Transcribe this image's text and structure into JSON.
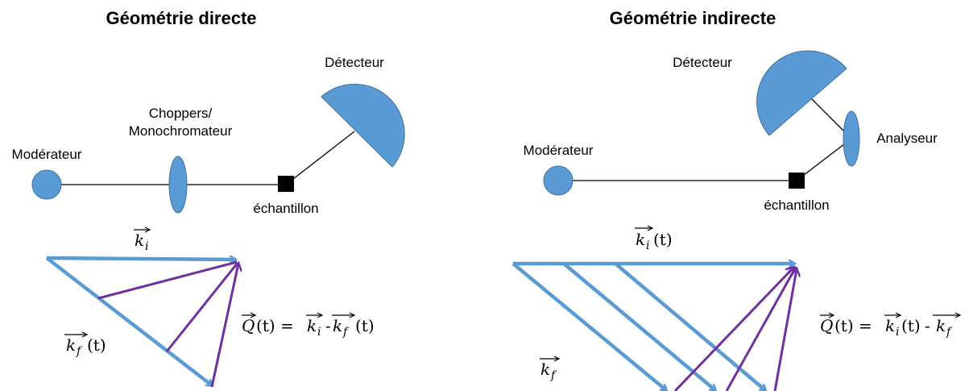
{
  "colors": {
    "blue": "#5b9bd5",
    "purple": "#7030a0",
    "black": "#000000"
  },
  "left_panel": {
    "title": "Géométrie directe",
    "moderator_label": "Modérateur",
    "chopper_label_line1": "Choppers/",
    "chopper_label_line2": "Monochromateur",
    "sample_label": "échantillon",
    "detector_label": "Détecteur",
    "ki_symbol": "k",
    "ki_sub": "i",
    "kf_symbol": "k",
    "kf_sub": "f",
    "kf_arg": "(t)",
    "q_lhs": "Q",
    "q_lhs_arg": "(t) =",
    "q_ki": "k",
    "q_ki_sub": "i",
    "q_minus": "-",
    "q_kf": "k",
    "q_kf_sub": "f",
    "q_kf_arg": "(t)"
  },
  "right_panel": {
    "title": "Géométrie indirecte",
    "moderator_label": "Modérateur",
    "detector_label": "Détecteur",
    "analyser_label": "Analyseur",
    "sample_label": "échantillon",
    "ki_symbol": "k",
    "ki_sub": "i",
    "ki_arg": "(t)",
    "kf_symbol": "k",
    "kf_sub": "f",
    "q_lhs": "Q",
    "q_lhs_arg": "(t) =",
    "q_ki": "k",
    "q_ki_sub": "i",
    "q_ki_arg": "(t)",
    "q_minus": "-",
    "q_kf": "k",
    "q_kf_sub": "f"
  }
}
